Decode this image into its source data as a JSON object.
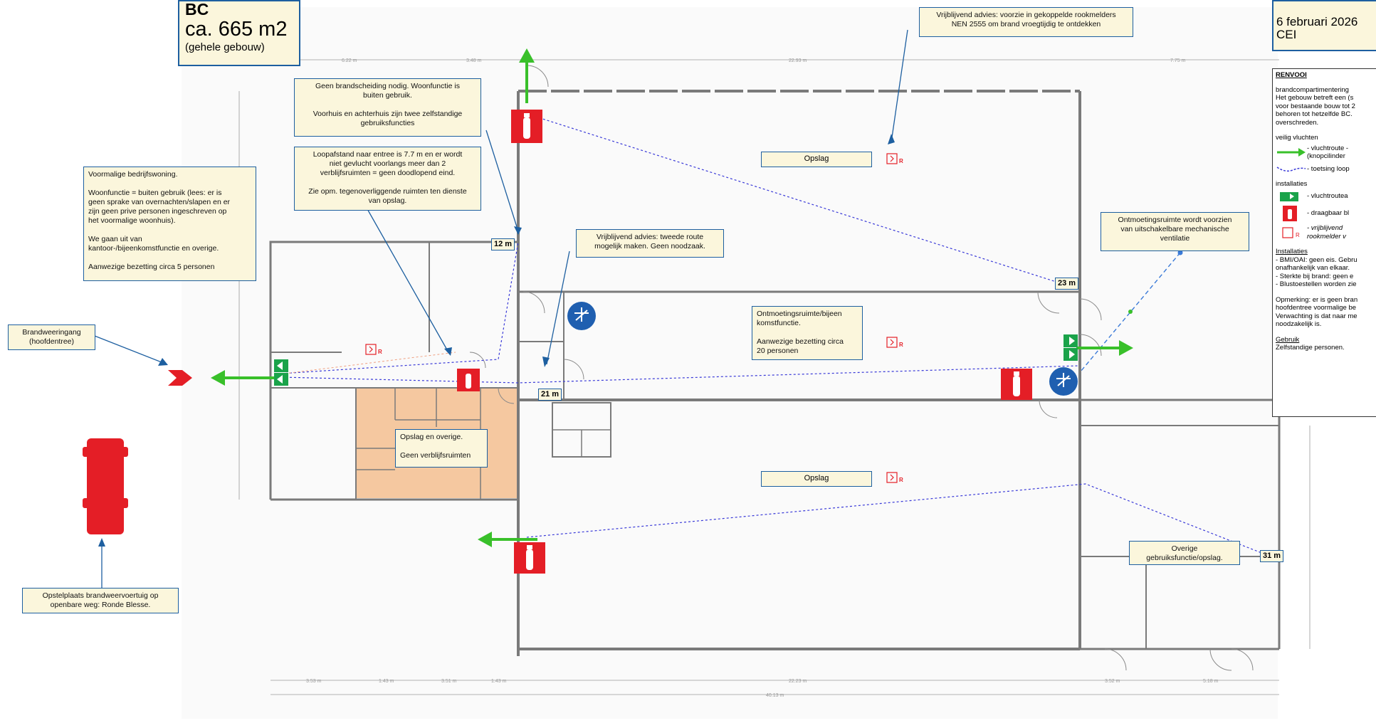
{
  "title_box": {
    "line1": "BC",
    "line2": "ca. 665 m2",
    "line3": "(gehele gebouw)"
  },
  "date_box": {
    "line1": "6 februari 2026",
    "line2": "CEI"
  },
  "notes": {
    "rook_advies": "Vrijblijvend advies: voorzie in gekoppelde rookmelders\nNEN 2555 om brand vroegtijdig te ontdekken",
    "brandscheiding": "Geen brandscheiding nodig. Woonfunctie is\nbuiten gebruik.\n\nVoorhuis en achterhuis zijn twee zelfstandige\ngebruiksfuncties",
    "loopafstand": "Loopafstand naar entree is 7.7 m en er wordt\nniet gevlucht voorlangs meer dan 2\nverblijfsruimten =  geen doodlopend eind.\n\nZie opm. tegenoverliggende ruimten ten dienste\nvan opslag.",
    "bedrijfswoning": "Voormalige bedrijfswoning.\n\nWoonfunctie = buiten gebruik (lees: er is\ngeen sprake van overnachten/slapen en er\nzijn geen prive personen ingeschreven op\nhet voormalige woonhuis).\n\nWe gaan uit van\nkantoor-/bijeenkomstfunctie en overige.\n\nAanwezige bezetting circa 5 personen",
    "tweede_route": "Vrijblijvend advies: tweede route\nmogelijk maken. Geen noodzaak.",
    "ventilatie": "Ontmoetingsruimte wordt voorzien\nvan uitschakelbare mechanische\nventilatie",
    "brandweeringang": "Brandweeringang\n(hoofdentree)",
    "opstelplaats": "Opstelplaats brandweervoertuig op\nopenbare weg: Ronde Blesse.",
    "ontmoeting": "Ontmoetingsruimte/bijeen\nkomstfunctie.\n\nAanwezige bezetting circa\n20 personen",
    "opslag_overige": "Opslag en overige.\n\nGeen verblijfsruimten",
    "overige_gebruik": "Overige\ngebruiksfunctie/opslag."
  },
  "rooms": {
    "opslag_top": "Opslag",
    "opslag_bottom": "Opslag"
  },
  "distances": {
    "d12": "12 m",
    "d21": "21 m",
    "d23": "23 m",
    "d31": "31 m"
  },
  "dimensions": {
    "top": [
      "6.22 m",
      "3.48 m",
      "22.93 m",
      "7.75 m"
    ],
    "bottom": [
      "3.53 m",
      "1.43 m",
      "3.51 m",
      "1.43 m",
      "22.23 m",
      "3.52 m",
      "5.18 m"
    ],
    "total": "40.13 m"
  },
  "legend": {
    "title": "RENVOOI",
    "intro": [
      " brandcompartimentering",
      "Het gebouw betreft een (s",
      "voor bestaande bouw tot 2",
      "behoren tot hetzelfde BC.",
      "overschreden."
    ],
    "section_vluchten": "veilig vluchten",
    "vluchtroute": "- vluchtroute -",
    "knopcilinder": "(knopcilinder",
    "toetsing": "- toetsing loop",
    "section_installaties": "installaties",
    "vluchtroutea": "- vluchtroutea",
    "draagbaar": "- draagbaar bl",
    "rookmelder1": "- vrijblijvend",
    "rookmelder2": "rookmelder v",
    "installaties_header": "Installaties",
    "installaties_lines": [
      "- BMI/OAI: geen eis. Gebru",
      "onafhankelijk van elkaar.",
      "- Sterkte bij brand: geen e",
      "- Blustoestellen worden zie"
    ],
    "opmerking_lines": [
      "Opmerking: er is geen bran",
      "hoofdentree voormalige be",
      "Verwachting is dat naar me",
      "noodzakelijk is."
    ],
    "gebruik_header": "Gebruik",
    "gebruik_text": "Zelfstandige personen."
  },
  "colors": {
    "note_bg": "#fbf6dc",
    "note_border": "#1d5fa0",
    "wall": "#7a7a7a",
    "escape_green": "#39c02a",
    "fire_red": "#e41e26",
    "storage_fill": "#f5c8a0",
    "walk_line": "#3a3ad8",
    "vent_blue": "#1f5fb0"
  }
}
